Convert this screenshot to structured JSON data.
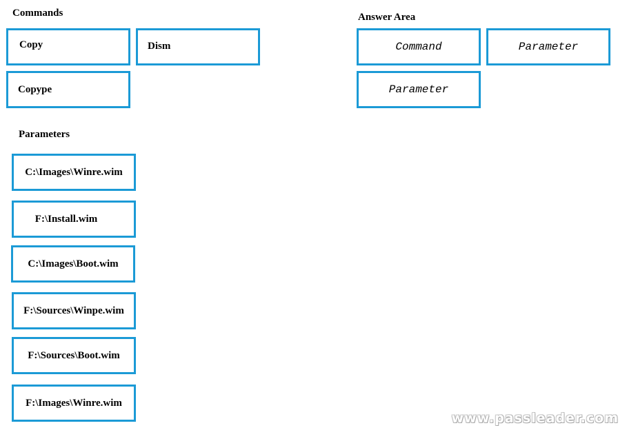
{
  "commands": {
    "heading": "Commands",
    "items": [
      {
        "label": "Copy"
      },
      {
        "label": "Dism"
      },
      {
        "label": "Copype"
      }
    ]
  },
  "parameters": {
    "heading": "Parameters",
    "items": [
      {
        "label": "C:\\Images\\Winre.wim"
      },
      {
        "label": "F:\\Install.wim"
      },
      {
        "label": "C:\\Images\\Boot.wim"
      },
      {
        "label": "F:\\Sources\\Winpe.wim"
      },
      {
        "label": "F:\\Sources\\Boot.wim"
      },
      {
        "label": "F:\\Images\\Winre.wim"
      }
    ]
  },
  "answer_area": {
    "heading": "Answer Area",
    "slots": [
      {
        "label": "Command"
      },
      {
        "label": "Parameter"
      },
      {
        "label": "Parameter"
      }
    ]
  },
  "watermark": "www.passleader.com",
  "colors": {
    "box_border": "#1b9ad6"
  }
}
